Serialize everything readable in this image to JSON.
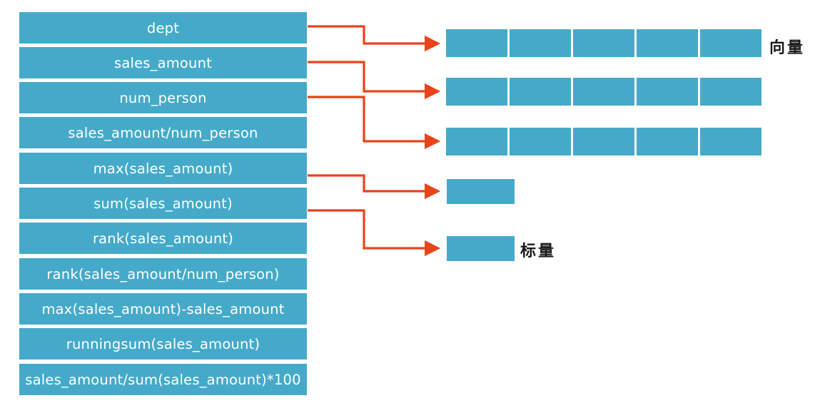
{
  "diagram": {
    "title": "vector-vs-scalar-expression-diagram",
    "colors": {
      "block_blue": "#45AAC9",
      "connector_orange": "#E8441B",
      "text_white": "#FFFFFF",
      "text_black": "#1A1A1A",
      "background": "#FFFFFF"
    }
  },
  "expressions": {
    "items": [
      {
        "label": "dept",
        "produces": "vector"
      },
      {
        "label": "sales_amount",
        "produces": "vector"
      },
      {
        "label": "num_person",
        "produces": "vector"
      },
      {
        "label": "sales_amount/num_person",
        "produces": "vector"
      },
      {
        "label": "max(sales_amount)",
        "produces": "scalar"
      },
      {
        "label": "sum(sales_amount)",
        "produces": "scalar"
      },
      {
        "label": "rank(sales_amount)",
        "produces": "vector"
      },
      {
        "label": "rank(sales_amount/num_person)",
        "produces": "vector"
      },
      {
        "label": "max(sales_amount)-sales_amount",
        "produces": "vector"
      },
      {
        "label": "runningsum(sales_amount)",
        "produces": "vector"
      },
      {
        "label": "sales_amount/sum(sales_amount)*100",
        "produces": "vector"
      }
    ]
  },
  "outputs": {
    "vectors": [
      {
        "cells": 5,
        "label": "向量"
      },
      {
        "cells": 5,
        "label": ""
      },
      {
        "cells": 5,
        "label": ""
      }
    ],
    "scalars": [
      {
        "cells": 1,
        "label": ""
      },
      {
        "cells": 1,
        "label": "标量"
      }
    ],
    "vector_label": "向量",
    "scalar_label": "标量"
  },
  "connectors": [
    {
      "from_expression_index": 0,
      "to_target": "vector-row-1"
    },
    {
      "from_expression_index": 1,
      "to_target": "vector-row-2"
    },
    {
      "from_expression_index": 2,
      "to_target": "vector-row-3"
    },
    {
      "from_expression_index": 4,
      "to_target": "scalar-box-1"
    },
    {
      "from_expression_index": 5,
      "to_target": "scalar-box-2"
    }
  ]
}
